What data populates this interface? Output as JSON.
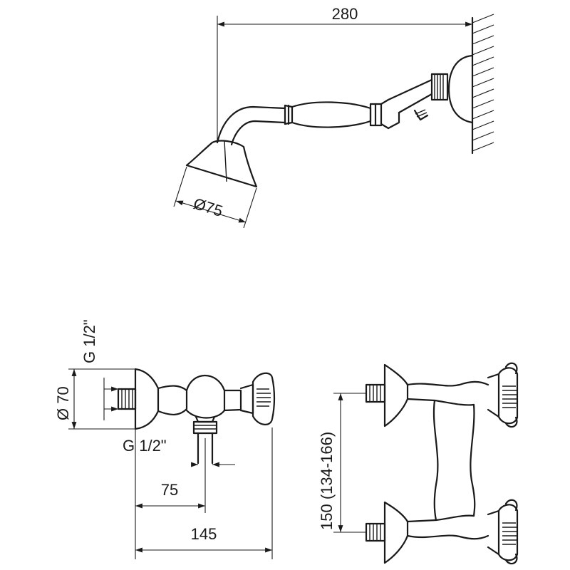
{
  "dimensions": {
    "arm_length": "280",
    "head_diameter": "Ø75",
    "body_diameter": "Ø 70",
    "inlet_thread": "G 1/2\"",
    "outlet_thread": "G 1/2\"",
    "outlet_offset": "75",
    "total_depth": "145",
    "inlet_spacing": "150 (134-166)"
  }
}
